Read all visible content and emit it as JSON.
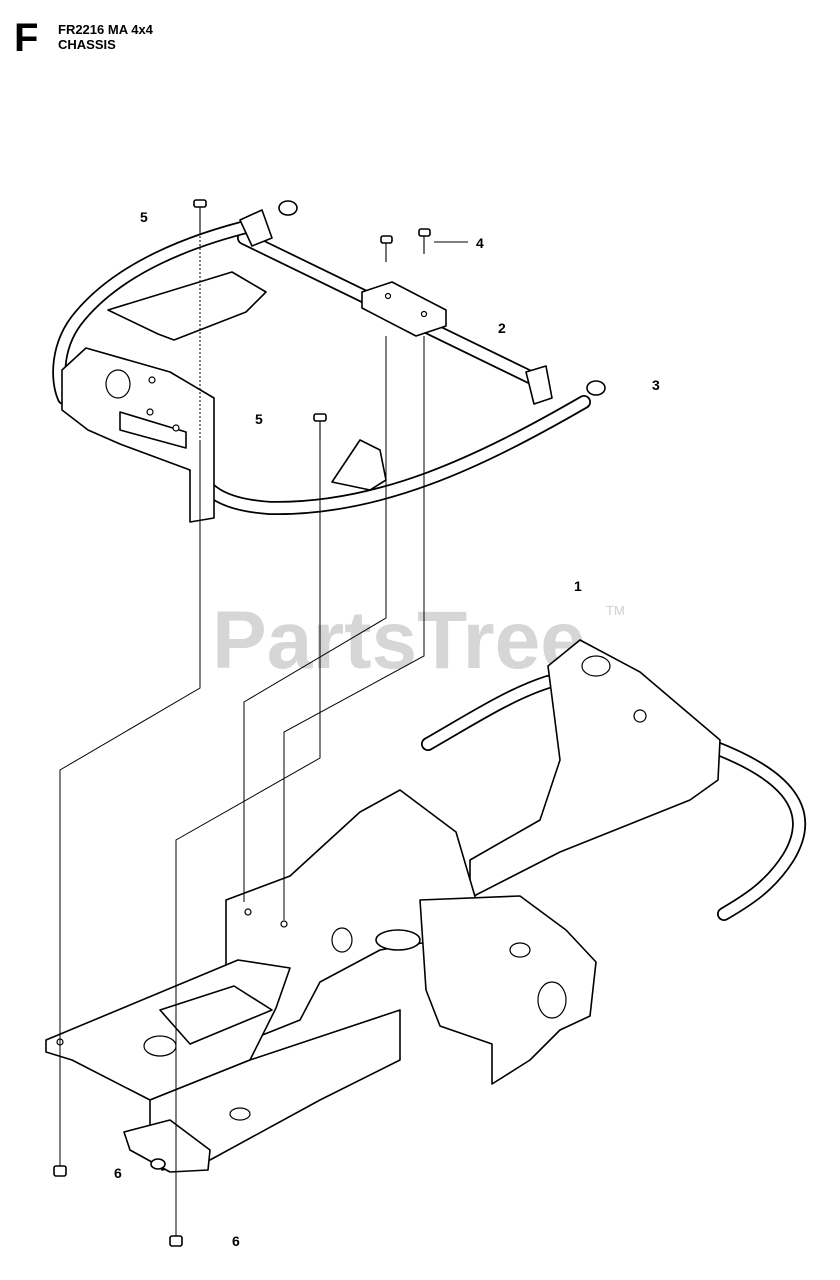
{
  "header": {
    "section_letter": "F",
    "model": "FR2216 MA 4x4",
    "section_title": "CHASSIS"
  },
  "watermark": {
    "text": "PartsTree",
    "trademark": "TM"
  },
  "callouts": [
    {
      "id": "c5a",
      "label": "5"
    },
    {
      "id": "c4",
      "label": "4"
    },
    {
      "id": "c2",
      "label": "2"
    },
    {
      "id": "c3",
      "label": "3"
    },
    {
      "id": "c5b",
      "label": "5"
    },
    {
      "id": "c1",
      "label": "1"
    },
    {
      "id": "c6a",
      "label": "6"
    },
    {
      "id": "c6b",
      "label": "6"
    }
  ],
  "colors": {
    "line": "#000000",
    "watermark": "#d6d6d6",
    "background": "#ffffff"
  }
}
